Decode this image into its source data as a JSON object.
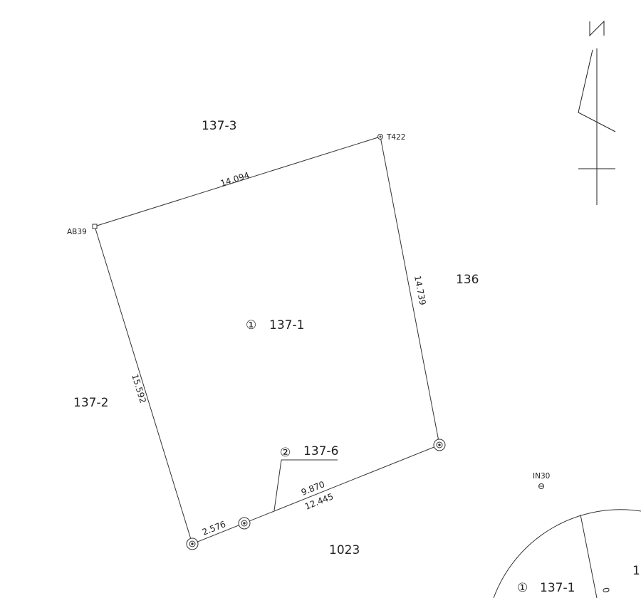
{
  "colors": {
    "ink": "#222222",
    "background": "#ffffff"
  },
  "north_arrow": {
    "letter": "N",
    "icon": "north-arrow-icon"
  },
  "parcels": {
    "p137_3": "137-3",
    "p136": "136",
    "p137_2": "137-2",
    "p1023": "1023",
    "main": {
      "marker": "①",
      "number": "137-1"
    },
    "sub": {
      "marker": "②",
      "number": "137-6"
    },
    "corner": {
      "marker": "①",
      "number": "137-1"
    },
    "corner_partial": "1"
  },
  "points": {
    "ab39": "AB39",
    "t422": "T422",
    "in30": "IN30"
  },
  "dimensions": {
    "top": "14.094",
    "right": "14.739",
    "left": "15.592",
    "bottom_upper": "9.870",
    "bottom_lower": "12.445",
    "bottom_short": "2.576",
    "corner_partial": "0"
  }
}
